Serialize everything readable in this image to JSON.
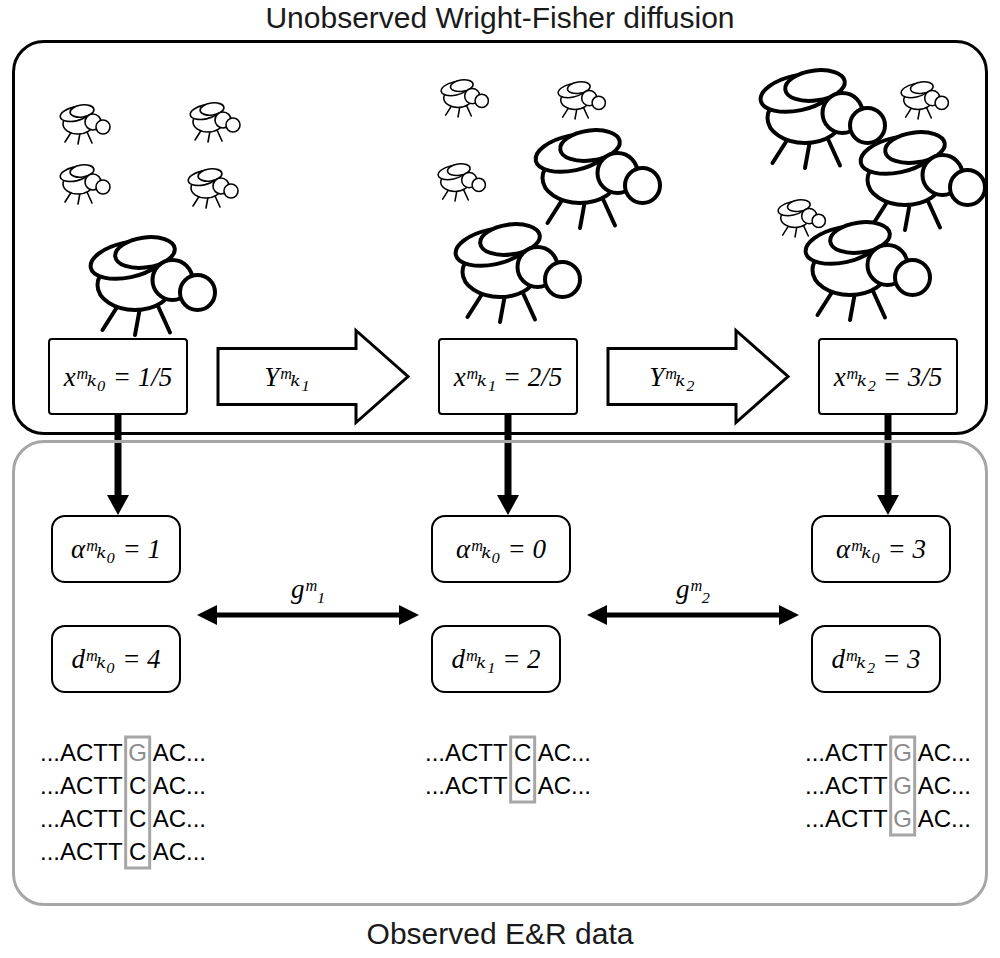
{
  "diagram": {
    "nodes": [
      {
        "text": [
          "Unobserved Wright-Fisher diffusion"
        ]
      },
      {
        "text": [
          "xᵐₖ₀ = 1/5"
        ],
        "in": 0
      },
      {
        "text": [
          "xᵐₖ₁ = 2/5"
        ],
        "in": 0
      },
      {
        "text": [
          "xᵐₖ₂ = 3/5"
        ],
        "in": 0
      },
      {
        "text": [
          "Observed E&R data"
        ]
      },
      {
        "text": [
          "αᵐₖ₀ = 1"
        ],
        "in": 4
      },
      {
        "text": [
          "dᵐₖ₀ = 4"
        ],
        "in": 4
      },
      {
        "text": [
          "αᵐₖ₀ = 0"
        ],
        "in": 4
      },
      {
        "text": [
          "dᵐₖ₁ = 2"
        ],
        "in": 4
      },
      {
        "text": [
          "αᵐₖ₀ = 3"
        ],
        "in": 4
      },
      {
        "text": [
          "dᵐₖ₂ = 3"
        ],
        "in": 4
      }
    ],
    "edges": [
      {
        "from": 1,
        "to": 2,
        "arrow": "to",
        "label": "Yᵐₖ₁"
      },
      {
        "from": 2,
        "to": 3,
        "arrow": "to",
        "label": "Yᵐₖ₂"
      },
      {
        "from": 1,
        "to": 5,
        "arrow": "to"
      },
      {
        "from": 2,
        "to": 7,
        "arrow": "to"
      },
      {
        "from": 3,
        "to": 9,
        "arrow": "to"
      },
      {
        "from": 5,
        "to": 7,
        "arrow": "both",
        "label": "gᵐ₁"
      },
      {
        "from": 7,
        "to": 9,
        "arrow": "both",
        "label": "gᵐ₂"
      }
    ],
    "labels": [
      "...ACTT",
      "G",
      "AC...",
      "...ACTT",
      "C",
      "AC...",
      "...ACTT",
      "C",
      "AC...",
      "...ACTT",
      "C",
      "AC...",
      "...ACTT",
      "C",
      "AC...",
      "...ACTT",
      "C",
      "AC...",
      "...ACTT",
      "G",
      "AC...",
      "...ACTT",
      "G",
      "AC...",
      "...ACTT",
      "G",
      "AC..."
    ]
  }
}
